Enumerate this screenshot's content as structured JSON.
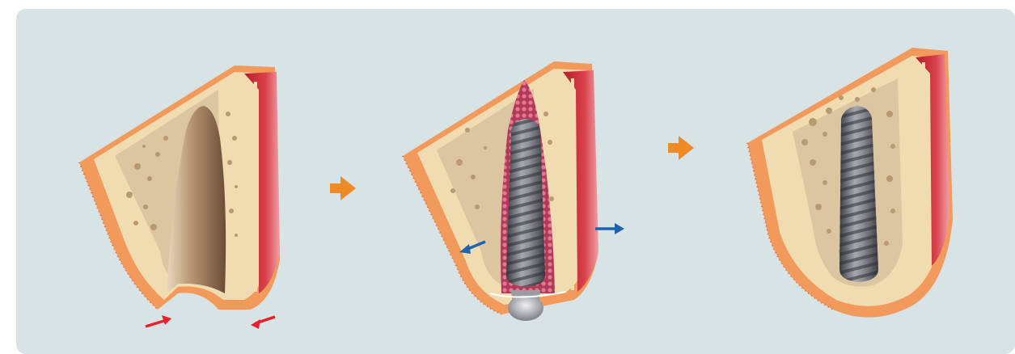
{
  "colors": {
    "panel": "#d8e3e6",
    "gum_outer": "#f29a5c",
    "gum_dots": "#e8603a",
    "bone": "#f0dcb0",
    "trabecular": "#dcc6a2",
    "bone_pores": "#b89a72",
    "soft_tissue": "#c8252f",
    "soft_tissue_light": "#ec8a92",
    "socket_dark": "#7a5c44",
    "socket_light": "#ead8c0",
    "implant_dark": "#4a4c52",
    "implant_light": "#b8bac0",
    "graft": "#c44a68",
    "arrow_red": "#e8202a",
    "arrow_blue": "#1e63ad",
    "arrow_orange": "#f08a24"
  },
  "figures": [
    {
      "stage": 1,
      "icons": [
        "extraction-socket-illustration",
        "red-arrow-icon",
        "red-arrow-icon"
      ]
    },
    {
      "stage": 2,
      "icons": [
        "implant-illustration",
        "blue-arrow-icon",
        "blue-arrow-icon"
      ]
    },
    {
      "stage": 3,
      "icons": [
        "healed-implant-illustration"
      ]
    }
  ],
  "transitions": [
    "orange-arrow-icon",
    "orange-arrow-icon"
  ]
}
